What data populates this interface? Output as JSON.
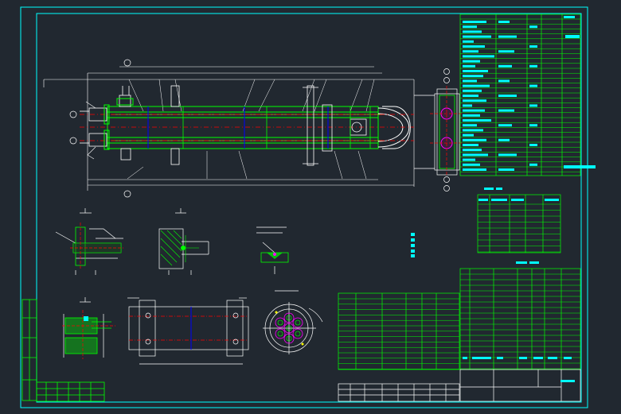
{
  "drawing": {
    "colors": {
      "background": "#212830",
      "frame": "#00ffff",
      "outline": "#ffffff",
      "part": "#00ff00",
      "centerline": "#ff0000",
      "hidden": "#0000ff",
      "magenta": "#ff00ff",
      "yellow": "#ffff00"
    },
    "views": [
      "main-elevation",
      "end-view",
      "detail-1",
      "detail-2",
      "weld-detail",
      "detail-3",
      "tube-sheet-view",
      "tube-layout-view"
    ],
    "tables": [
      "specification-table",
      "nozzle-table",
      "parts-list",
      "bill-of-materials",
      "revision-table",
      "title-block"
    ],
    "tube_count_in_layout": 7
  }
}
